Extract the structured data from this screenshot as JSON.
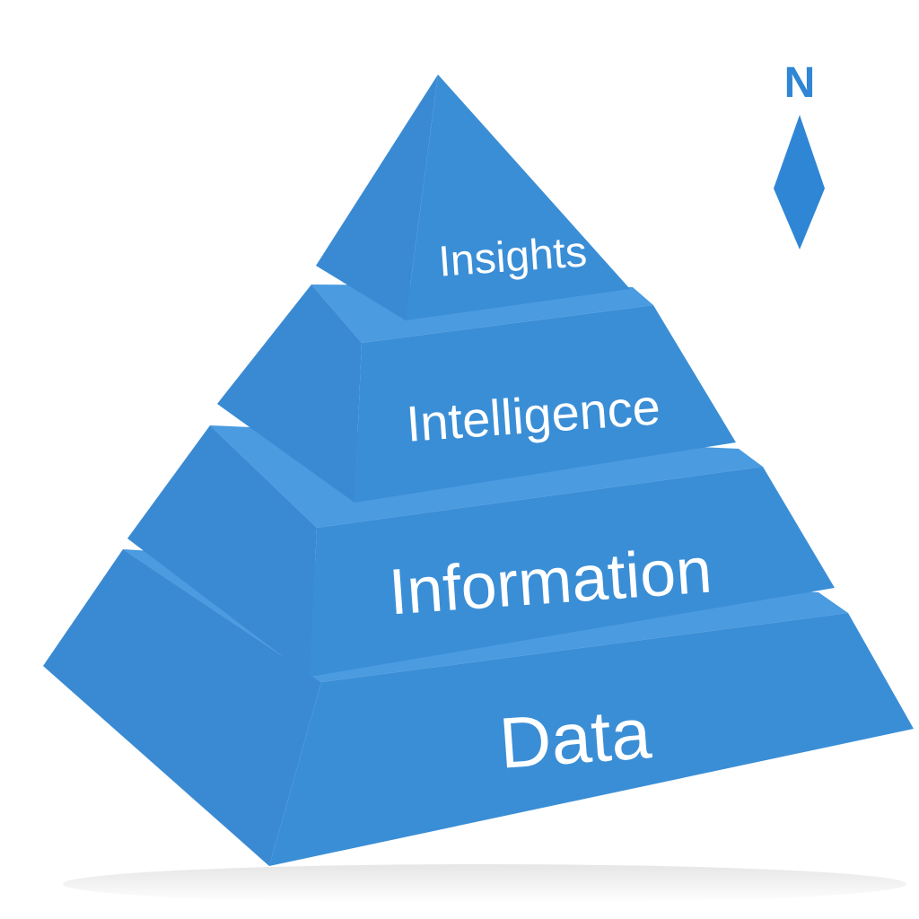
{
  "diagram": {
    "levels": [
      {
        "label": "Insights"
      },
      {
        "label": "Intelligence"
      },
      {
        "label": "Information"
      },
      {
        "label": "Data"
      }
    ]
  },
  "north_indicator": {
    "letter": "N",
    "icon": "north-arrow-icon"
  },
  "colors": {
    "front": "#3a8ed6",
    "top": "#4a9be0",
    "side": "#2f7fc6",
    "left": "#3a8ad3",
    "accent": "#2f86d4",
    "text": "#ffffff"
  }
}
